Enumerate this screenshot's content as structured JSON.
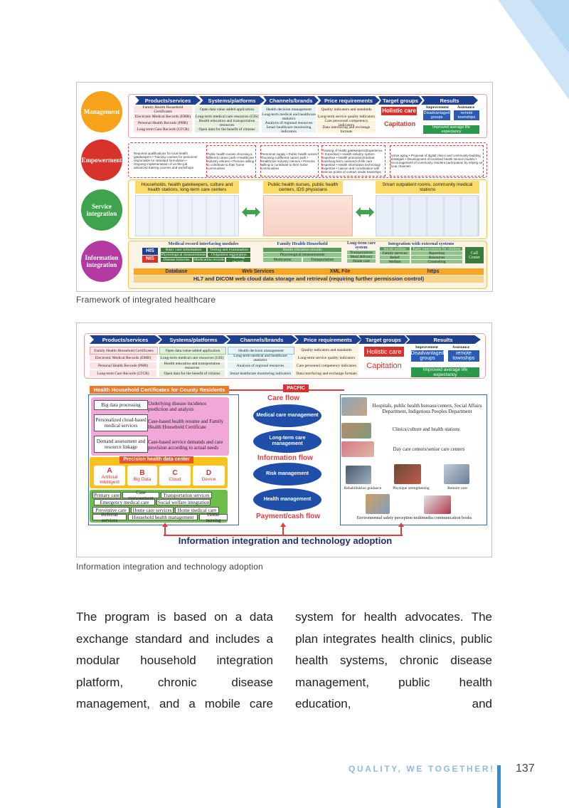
{
  "figure1": {
    "caption": "Framework of integrated healthcare",
    "circles": [
      "Management",
      "Empowerment",
      "Service integration",
      "Information integration"
    ],
    "headers": [
      "Products/services",
      "Systems/platforms",
      "Channels/brands",
      "Price requirements",
      "Target groups",
      "Results"
    ],
    "products": [
      "Family Health Household Certificates",
      "Electronic Medical Records (EMR)",
      "Personal Health Records (PHR)",
      "Long-term Care Records (LTCR)"
    ],
    "systems": [
      "Open data value added application",
      "Long-term medical care resources (GIS)",
      "Health education and transportation resources",
      "Open data for the benefit of citizens"
    ],
    "channels": [
      "Health decision management",
      "Long-term medical and healthcare statistics",
      "Analysis of regional resources",
      "Smart healthcare monitoring indicators"
    ],
    "prices": [
      "Quality indicators and standards",
      "Long-term service quality indicators",
      "Care personnel competency indicators",
      "Data interfacing and exchange formats"
    ],
    "holistic": "Holistic care",
    "capitation": "Capitation",
    "results": {
      "improvement": "Improvement",
      "assistance": "Assistance",
      "disadvantaged": "Disadvantaged groups",
      "remote": "remote townships",
      "life": "Improved average life expectancy"
    },
    "empower": [
      "Required qualifications for local health gatekeepers • Training courses for personnel responsible for standard formulation • Ongoing implementation of on-the-job advanced training courses and workshops",
      "Public health nurses choosing a different career path • Healthcare industry retirees • Persons willing to contribute to their home communities",
      "Personnel supply • Public health nurses choosing a different career path • Healthcare industry retirees • Persons willing to contribute to their home communities",
      "Training of health gatekeepers(Experience + Expertise) • Health industry system expertise • Health promotion/medical care/long-term care/end-of-life care expertise • Health information technology expertise • Liaison and coordination with various points of contact inside townships",
      "Active aging • Proposal of digital clinics and community-building strategies • Development of localized health service models • Encouragement of community resident participation by relying on local channels"
    ],
    "service_titles": [
      "Households, health gatekeepers, culture and health stations, long-term care centers",
      "Public health nurses, public health centers, IDS physicians",
      "Smart outpatient rooms, community medical stations"
    ],
    "info": {
      "his": "HIS",
      "nis": "NIS",
      "medrec_title": "Medical record interfacing modules",
      "medrec": [
        "Basic case information",
        "Testing and examination",
        "Physiological measurements",
        "Outpatient registration",
        "Disease histories",
        "Medication records",
        "Nursing records"
      ],
      "family_title": "Family Health Household",
      "family": [
        "Health education records",
        "Physiological measurements",
        "Medication",
        "Transportation"
      ],
      "ltc_title": "Long-term care system",
      "ltc": [
        "Transportation",
        "Meal delivery",
        "Home care"
      ],
      "ext_title": "Integration with external systems",
      "ext": [
        "Social welfare",
        "Early intervention for children",
        "Family services",
        "Reporting",
        "Relief",
        "Resources",
        "Welfare",
        "Counseling"
      ],
      "call": "Call Center",
      "tech": [
        "Database",
        "Web Services",
        "XML File",
        "https"
      ],
      "footer": "HL7 and DICOM web cloud data storage and retrieval (requiring further permission control)"
    }
  },
  "figure2": {
    "caption": "Information integration and technology adoption",
    "headers": [
      "Products/services",
      "Systems/platforms",
      "Channels/brands",
      "Price requirements",
      "Target groups",
      "Results"
    ],
    "products": [
      "Family Health Household Certificates",
      "Electronic Medical Records (EMR)",
      "Personal Health Records (PHR)",
      "Long-term Care Records (LTCR)"
    ],
    "systems": [
      "Open data value-added application",
      "Long-term medical care resources (GIS)",
      "Health education and transportation resources",
      "Open data for the benefit of citizens"
    ],
    "channels": [
      "Health decision management",
      "Long-term medical and healthcare statistics",
      "Analysis of regional resources",
      "Smart healthcare monitoring indicators"
    ],
    "prices": [
      "Quality indicators and standards",
      "Long-term service quality indicators",
      "Care personnel competency indicators",
      "Data interfacing and exchange formats"
    ],
    "holistic": "Holistic care",
    "capitation": "Capitation",
    "results": {
      "improvement": "Improvement",
      "assistance": "Assistance",
      "disadvantaged": "Disadvantaged groups",
      "remote": "remote townships",
      "life": "Improved average life expectancy"
    },
    "certificates": "Health Household Certificates for County Residents",
    "pacfic": "PACFIC",
    "left_rows": [
      {
        "a": "Big data processing",
        "b": "Underlying disease incidence prediction and analysis"
      },
      {
        "a": "Personalized cloud-based medical services",
        "b": "Case-based health resume and Family Health Household Certificate"
      },
      {
        "a": "Demand assessment and resource linkage",
        "b": "Case-based service demands and care provision according to actual needs"
      }
    ],
    "precision": "Precision health data center",
    "abcd": [
      {
        "letter": "A",
        "label": "Artificial Intelligent"
      },
      {
        "letter": "B",
        "label": "Big Data"
      },
      {
        "letter": "C",
        "label": "Cloud"
      },
      {
        "letter": "D",
        "label": "Device"
      }
    ],
    "services": [
      "Primary care",
      "Case management",
      "Transportation services",
      "Emergency medical care",
      "Social welfare integration",
      "Preventive care",
      "Home care services",
      "Home medical care",
      "Referral services",
      "Household health management",
      "Home nursing"
    ],
    "flows": [
      "Care flow",
      "Information flow",
      "Payment/cash flow"
    ],
    "pills": [
      "Medical care management",
      "Long-term care management",
      "Risk management",
      "Health management"
    ],
    "right": [
      "Hospitals, public health bureaus/centers, Social Affairs Department, Indigenous Peoples Department",
      "Clinics/culture and health stations",
      "Day care centers/senior care centers",
      "Rehabilitation guidance",
      "Physique strengthening",
      "Remote care",
      "Environmental safety perception multimedia communication books"
    ],
    "banner": "Information integration and technology adoption"
  },
  "body": {
    "col1": [
      "The program is based on a data",
      "exchange standard and includes",
      "a modular household integration",
      "platform, chronic disease",
      "management, and a mobile care"
    ],
    "col2": [
      "system for health advocates.",
      "The plan integrates health",
      "clinics, public health systems,",
      "chronic disease management,",
      "public health education, and"
    ]
  },
  "footer": {
    "slogan": "QUALITY, WE TOGETHER!",
    "page": "137"
  }
}
